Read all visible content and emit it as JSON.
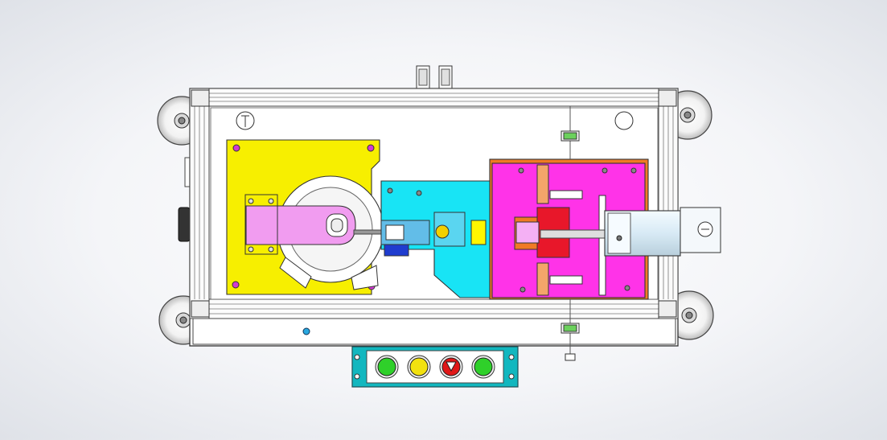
{
  "colors": {
    "background": "#eef0f4",
    "frame": "#ffffff",
    "frame_line": "#333333",
    "yellow_plate": "#f7ef00",
    "pink_arm": "#f19cf0",
    "cyan_plate": "#18e4f5",
    "magenta_plate": "#ff33e8",
    "orange_base": "#f07a24",
    "red_block": "#e8172a",
    "light_blue_cylinder": "#cfe6f2",
    "dark_blue_block": "#1f3ccf",
    "button_green": "#2fd02a",
    "button_yellow": "#f2e10f",
    "button_red": "#e01818",
    "panel_teal": "#12b7bf"
  },
  "control_panel": {
    "buttons": [
      {
        "name": "green-start-button",
        "color": "#2fd02a"
      },
      {
        "name": "yellow-button",
        "color": "#f2e10f"
      },
      {
        "name": "red-emergency-stop-button",
        "color": "#e01818"
      },
      {
        "name": "green-button",
        "color": "#2fd02a"
      }
    ]
  },
  "icons": [
    "caster-wheel-icon",
    "bolt-icon",
    "emergency-stop-icon"
  ]
}
